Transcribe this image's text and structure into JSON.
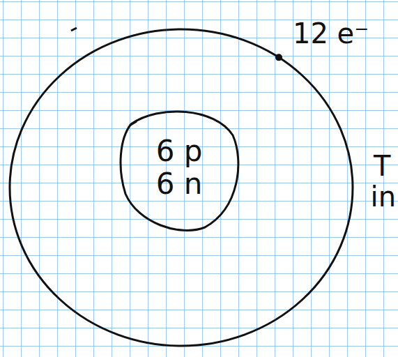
{
  "diagram": {
    "nodes": [
      {
        "text": [
          "12 e⁻"
        ]
      },
      {
        "text": [
          "6 p",
          "6 n"
        ],
        "in": 0
      }
    ],
    "labels": [
      "T",
      "in"
    ]
  }
}
